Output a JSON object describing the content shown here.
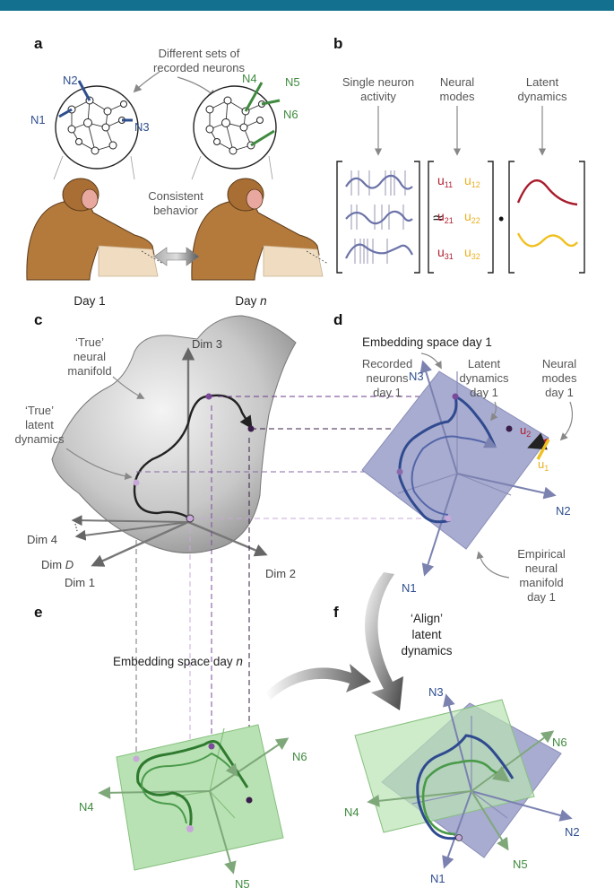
{
  "panels": {
    "a": "a",
    "b": "b",
    "c": "c",
    "d": "d",
    "e": "e",
    "f": "f"
  },
  "a": {
    "title_line1": "Different sets of",
    "title_line2": "recorded neurons",
    "n1": "N1",
    "n2": "N2",
    "n3": "N3",
    "n4": "N4",
    "n5": "N5",
    "n6": "N6",
    "behavior_line1": "Consistent",
    "behavior_line2": "behavior",
    "day1": "Day 1",
    "dayn_prefix": "Day ",
    "dayn_var": "n"
  },
  "b": {
    "single_line1": "Single neuron",
    "single_line2": "activity",
    "modes_line1": "Neural",
    "modes_line2": "modes",
    "latent_line1": "Latent",
    "latent_line2": "dynamics",
    "approx": "≃",
    "dot": "•",
    "u": "u",
    "sub11": "11",
    "sub12": "12",
    "sub21": "21",
    "sub22": "22",
    "sub31": "31",
    "sub32": "32"
  },
  "c": {
    "manifold_line1": "‘True’",
    "manifold_line2": "neural",
    "manifold_line3": "manifold",
    "latent_line1": "‘True’",
    "latent_line2": "latent",
    "latent_line3": "dynamics",
    "dim1": "Dim 1",
    "dim2": "Dim 2",
    "dim3": "Dim 3",
    "dim4": "Dim 4",
    "dimd_prefix": "Dim ",
    "dimd_var": "D"
  },
  "d": {
    "title": "Embedding space day 1",
    "recorded_line1": "Recorded",
    "recorded_line2": "neurons",
    "recorded_line3": "day 1",
    "latent_line1": "Latent",
    "latent_line2": "dynamics",
    "latent_line3": "day 1",
    "modes_line1": "Neural",
    "modes_line2": "modes",
    "modes_line3": "day 1",
    "u2": "u",
    "u2sub": "2",
    "u1": "u",
    "u1sub": "1",
    "n1": "N1",
    "n2": "N2",
    "n3": "N3",
    "empirical_line1": "Empirical",
    "empirical_line2": "neural",
    "empirical_line3": "manifold",
    "empirical_line4": "day 1"
  },
  "e": {
    "title_prefix": "Embedding space day ",
    "title_var": "n",
    "n4": "N4",
    "n5": "N5",
    "n6": "N6"
  },
  "f": {
    "align_line1": "‘Align’",
    "align_line2": "latent",
    "align_line3": "dynamics",
    "n1": "N1",
    "n2": "N2",
    "n3": "N3",
    "n4": "N4",
    "n5": "N5",
    "n6": "N6"
  },
  "colors": {
    "header": "#14708f",
    "blue_neuron": "#2f4f8f",
    "green_neuron": "#3f8a3f",
    "plane_blue": "#a8acd0",
    "plane_green": "#b9e2b4",
    "mode_red": "#b02030",
    "mode_yellow": "#f0c020"
  }
}
